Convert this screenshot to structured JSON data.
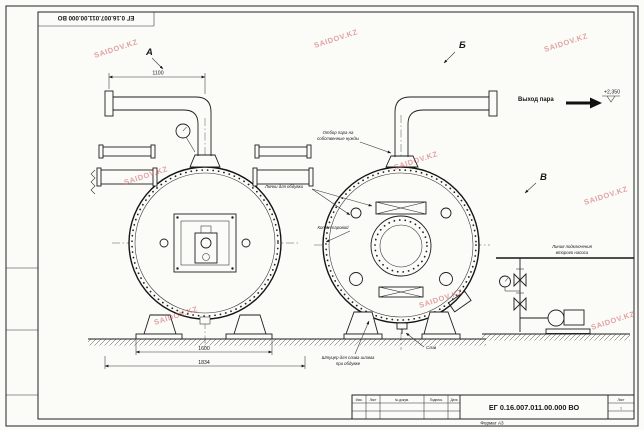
{
  "watermark": {
    "text": "SAIDOV.KZ"
  },
  "stamp": {
    "designation": "ЕГ 0.16.007.011.00.000 ВО"
  },
  "views": {
    "a": "А",
    "b": "Б",
    "v": "В"
  },
  "labels": {
    "steam_out": "Выход пара",
    "elevation": "+2,350",
    "own_needs_1": "Отбор пара на",
    "own_needs_2": "собственные нужды",
    "hatches": "Лючки для обдувки",
    "boiler": "Котёл паровой",
    "pump_line_1": "Линия подключения",
    "pump_line_2": "второго насоса",
    "sludge_1": "Штуцер для слива шлама",
    "sludge_2": "при обдувке",
    "drain": "Слив"
  },
  "dimensions": {
    "pipe_offset": "1100",
    "support_span": "1600",
    "overall": "1834"
  },
  "title_block": {
    "designation": "ЕГ 0.16.007.011.00.000 ВО",
    "format": "Формат А3",
    "col_izm": "Изм.",
    "col_list": "Лист",
    "col_doc": "№ докум.",
    "col_sign": "Подпись",
    "col_date": "Дата",
    "sheet_label": "Лист",
    "sheet_value": "1"
  }
}
